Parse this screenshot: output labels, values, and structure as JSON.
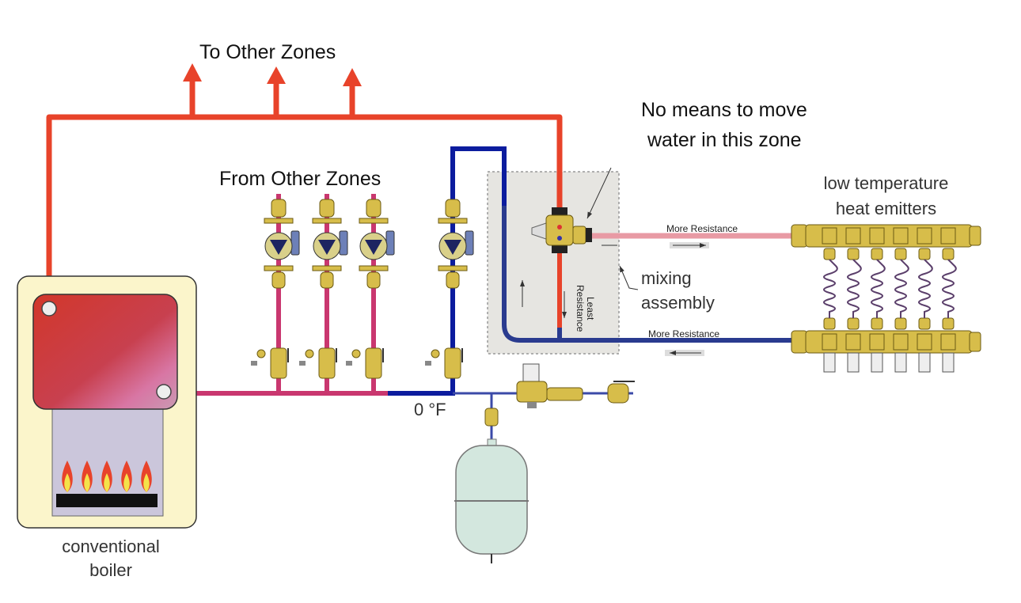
{
  "diagram": {
    "title_top": "To Other Zones",
    "from_zones": "From Other Zones",
    "warning": {
      "line1": "No means to move",
      "line2": "water in this zone"
    },
    "emitters": {
      "line1": "low temperature",
      "line2": "heat emitters",
      "loop_count": 6
    },
    "mixing": {
      "line1": "mixing",
      "line2": "assembly"
    },
    "supply_resistance": "More Resistance",
    "return_resistance": "More Resistance",
    "bypass": {
      "line1": "Least",
      "line2": "Resistance"
    },
    "temperature_readout": "0 °F",
    "boiler": {
      "line1": "conventional",
      "line2": "boiler",
      "flame_count": 5
    },
    "pump_count": 4,
    "colors": {
      "hot_supply": "#e8432a",
      "warm_supply": "#c9376f",
      "return": "#1b2f9a",
      "low_temp_supply": "#e89aa4",
      "brass": "#d7bd4a",
      "boiler_body": "#fbf5cb",
      "tank": "#d3e7de"
    }
  }
}
